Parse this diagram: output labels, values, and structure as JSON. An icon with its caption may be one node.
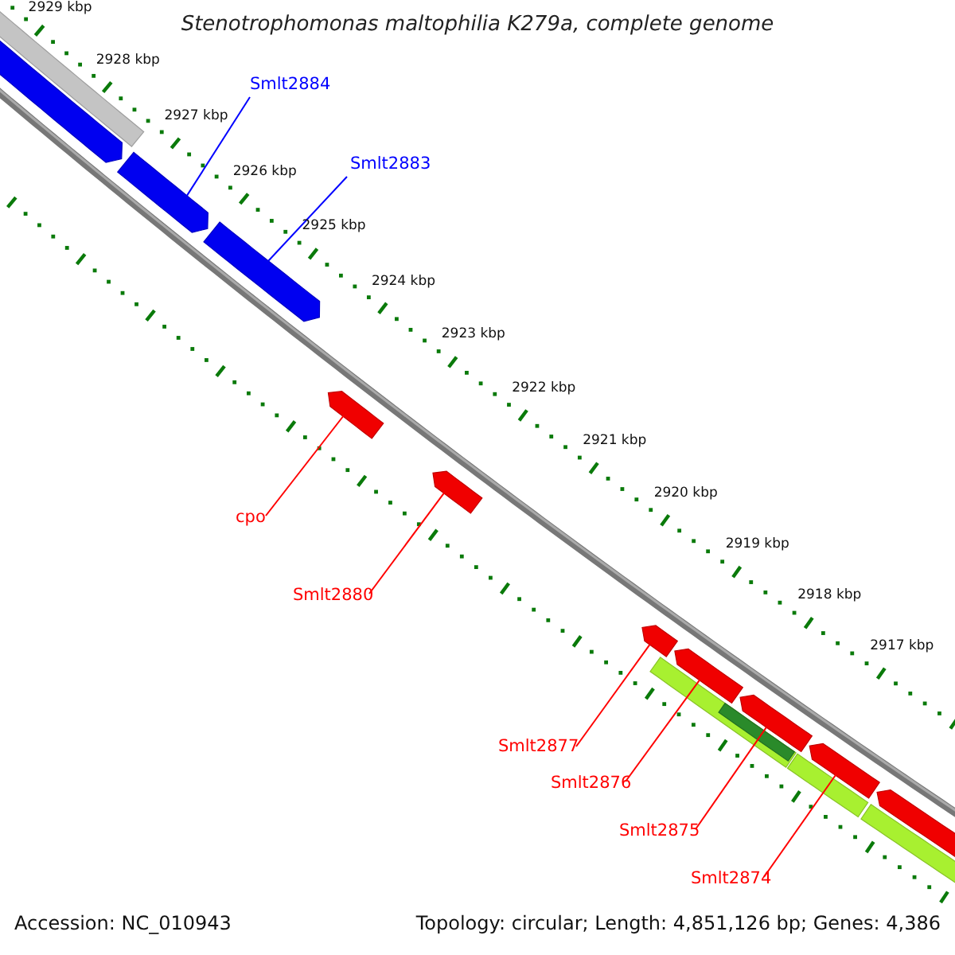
{
  "diagram": {
    "title": "Stenotrophomonas maltophilia K279a, complete genome",
    "nodes": [
      {
        "text": [],
        "shape": "bar"
      },
      {
        "text": [],
        "shape": "arrow"
      },
      {
        "text": [
          "Smlt2884"
        ]
      },
      {
        "text": [],
        "shape": "arrow"
      },
      {
        "text": [
          "Smlt2883"
        ]
      },
      {
        "text": [],
        "shape": "arrow"
      },
      {
        "text": [],
        "shape": "arrow"
      },
      {
        "text": [
          "cpo"
        ]
      },
      {
        "text": [],
        "shape": "arrow"
      },
      {
        "text": [
          "Smlt2880"
        ]
      },
      {
        "text": [],
        "shape": "arrow"
      },
      {
        "text": [],
        "shape": "arrow"
      },
      {
        "text": [],
        "shape": "bar"
      },
      {
        "text": [],
        "shape": "arrow"
      },
      {
        "text": [],
        "shape": "bar",
        "in": 12
      },
      {
        "text": [],
        "shape": "arrow"
      },
      {
        "text": [],
        "shape": "bar"
      },
      {
        "text": [],
        "shape": "arrow"
      },
      {
        "text": [],
        "shape": "bar"
      },
      {
        "text": [
          "Smlt2877"
        ]
      },
      {
        "text": [
          "Smlt2876"
        ]
      },
      {
        "text": [
          "Smlt2875"
        ]
      },
      {
        "text": [
          "Smlt2874"
        ]
      }
    ],
    "edges": [
      {
        "from": 2,
        "to": 3,
        "arrow": "none",
        "color": "#0000ff"
      },
      {
        "from": 4,
        "to": 5,
        "arrow": "none",
        "color": "#0000ff"
      },
      {
        "from": 7,
        "to": 6,
        "arrow": "none"
      },
      {
        "from": 9,
        "to": 8,
        "arrow": "none"
      },
      {
        "from": 19,
        "to": 10,
        "arrow": "none"
      },
      {
        "from": 20,
        "to": 11,
        "arrow": "none"
      },
      {
        "from": 21,
        "to": 13,
        "arrow": "none"
      },
      {
        "from": 22,
        "to": 15,
        "arrow": "none"
      }
    ],
    "labels": [
      "2929 kbp",
      "2928 kbp",
      "2927 kbp",
      "2926 kbp",
      "2925 kbp",
      "2924 kbp",
      "2923 kbp",
      "2922 kbp",
      "2921 kbp",
      "2920 kbp",
      "2919 kbp",
      "2918 kbp",
      "2917 kbp",
      "Accession: NC_010943",
      "Topology: circular; Length: 4,851,126 bp; Genes: 4,386"
    ]
  }
}
